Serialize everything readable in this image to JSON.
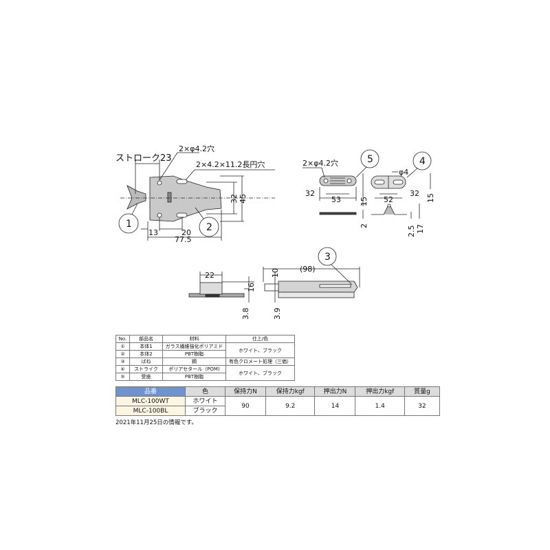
{
  "drawing": {
    "part1": {
      "stroke_label": "ストローク23",
      "hole_label": "2×φ4.2穴",
      "slot_label": "2×4.2×11.2長円穴",
      "dims": {
        "d13": "13",
        "d20": "20",
        "d77_5": "77.5",
        "d32": "32",
        "d45": "45"
      },
      "callouts": [
        "1",
        "2"
      ]
    },
    "part5": {
      "hole_label": "2×φ4.2穴",
      "callout": "5",
      "dims": {
        "d32": "32",
        "d53": "53",
        "d15": "15",
        "d2": "2"
      }
    },
    "part4": {
      "callout": "4",
      "dims": {
        "phi4": "φ4",
        "d52": "52",
        "d32": "32",
        "d15": "15",
        "d2_5": "2.5",
        "d17": "17"
      }
    },
    "part3": {
      "callout": "3",
      "dims": {
        "d98": "(98)",
        "d22": "22",
        "d16": "16",
        "d10": "10",
        "d3_8": "3.8",
        "d3_9": "3.9"
      }
    }
  },
  "parts_table": {
    "headers": [
      "No.",
      "部品名",
      "材料",
      "仕上/色"
    ],
    "rows": [
      {
        "no": "①",
        "name": "本体1",
        "material": "ガラス繊維強化ポリアミド"
      },
      {
        "no": "②",
        "name": "本体2",
        "material": "PBT樹脂"
      },
      {
        "no": "③",
        "name": "ばね",
        "material": "鋼"
      },
      {
        "no": "④",
        "name": "ストライク",
        "material": "ポリアセタール（POM)"
      },
      {
        "no": "⑤",
        "name": "受座",
        "material": "PBT樹脂"
      }
    ],
    "finish": [
      "ホワイト、ブラック",
      "有色クロメート処理（三価）",
      "ホワイト、ブラック"
    ]
  },
  "spec_table": {
    "headers": [
      "品番",
      "色",
      "保持力N",
      "保持力kgf",
      "押出力N",
      "押出力kgf",
      "質量g"
    ],
    "products": [
      {
        "code": "MLC-100WT",
        "color": "ホワイト"
      },
      {
        "code": "MLC-100BL",
        "color": "ブラック"
      }
    ],
    "values": {
      "hold_n": "90",
      "hold_kgf": "9.2",
      "push_n": "14",
      "push_kgf": "1.4",
      "mass_g": "32"
    },
    "header_accent": "#6f93cf"
  },
  "note": "2021年11月25日の情報です。"
}
